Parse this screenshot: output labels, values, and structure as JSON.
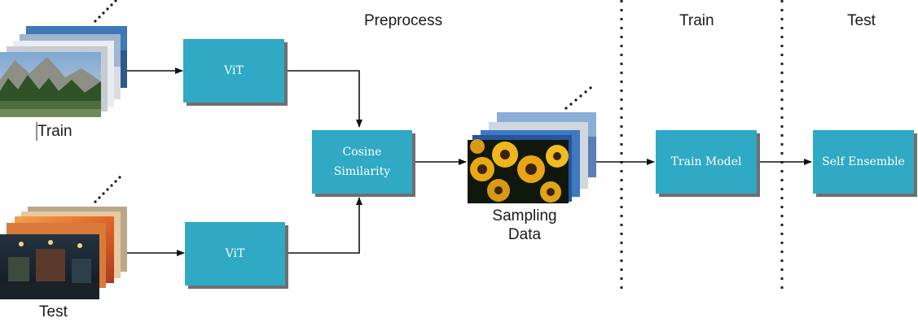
{
  "sections": {
    "preprocess": "Preprocess",
    "train": "Train",
    "test": "Test"
  },
  "inputs": {
    "train_label": "Train",
    "test_label": "Test"
  },
  "nodes": {
    "vit_train": "ViT",
    "vit_test": "ViT",
    "cosine_line1": "Cosine",
    "cosine_line2": "Similarity",
    "sampling_line1": "Sampling",
    "sampling_line2": "Data",
    "train_model": "Train Model",
    "self_ensemble": "Self Ensemble"
  },
  "colors": {
    "box_fill": "#2fa9c4",
    "box_shadow": "#6f6f6f",
    "arrow": "#111111"
  }
}
